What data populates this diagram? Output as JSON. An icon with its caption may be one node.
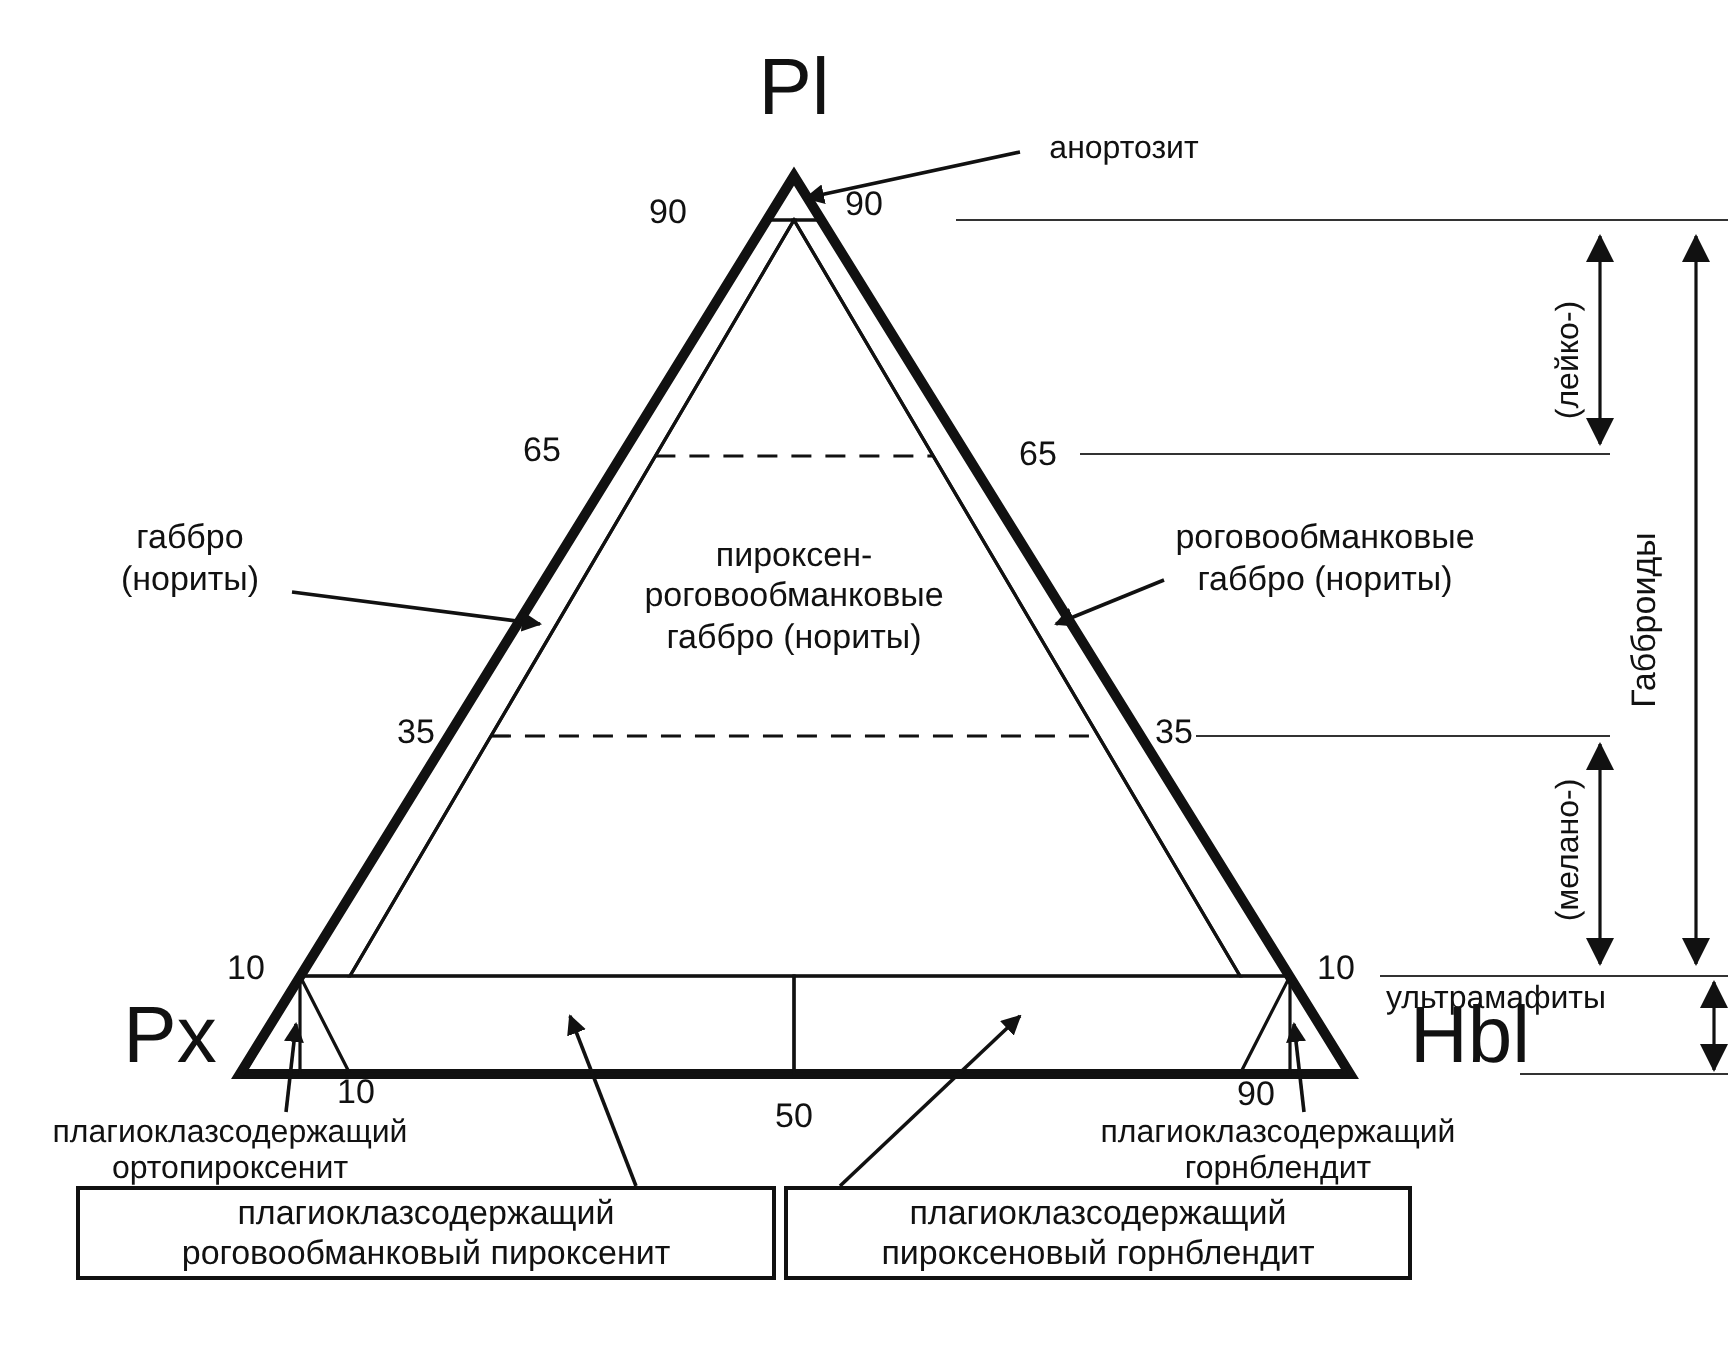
{
  "diagram": {
    "nodes": [
      {
        "text": [
          "анортозит"
        ]
      },
      {
        "text": [],
        "shape": "triangle"
      },
      {
        "text": [
          "габбро (нориты)"
        ]
      },
      {
        "text": [],
        "shape": "band"
      },
      {
        "text": [
          "роговообманковые габбро (нориты)"
        ]
      },
      {
        "text": [],
        "shape": "band"
      },
      {
        "text": [
          "пироксен-роговообманковые габбро (нориты)"
        ]
      },
      {
        "text": [
          "плагиоклазсодержащий ортопироксенит"
        ]
      },
      {
        "text": [],
        "shape": "triangle"
      },
      {
        "text": [
          "плагиоклазсодержащий горнблендит"
        ]
      },
      {
        "text": [],
        "shape": "triangle"
      },
      {
        "text": [
          "плагиоклазсодержащий роговообманковый пироксенит"
        ]
      },
      {
        "text": [],
        "shape": "box"
      },
      {
        "text": [
          "плагиоклазсодержащий пироксеновый горнблендит"
        ]
      },
      {
        "text": [],
        "shape": "box"
      }
    ],
    "edges": [
      {
        "from": 0,
        "to": 1,
        "arrow": "to"
      },
      {
        "from": 2,
        "to": 3,
        "arrow": "to"
      },
      {
        "from": 4,
        "to": 5,
        "arrow": "to"
      },
      {
        "from": 7,
        "to": 8,
        "arrow": "to"
      },
      {
        "from": 9,
        "to": 10,
        "arrow": "to"
      },
      {
        "from": 11,
        "to": 12,
        "arrow": "to"
      },
      {
        "from": 13,
        "to": 14,
        "arrow": "to"
      }
    ],
    "labels": [
      "Pl",
      "90",
      "90",
      "65",
      "65",
      "(лейко-)",
      "Габброиды",
      "35",
      "35",
      "(мелано-)",
      "10",
      "10",
      "ультрамафиты",
      "Px",
      "Hbl",
      "10",
      "50",
      "90"
    ]
  }
}
